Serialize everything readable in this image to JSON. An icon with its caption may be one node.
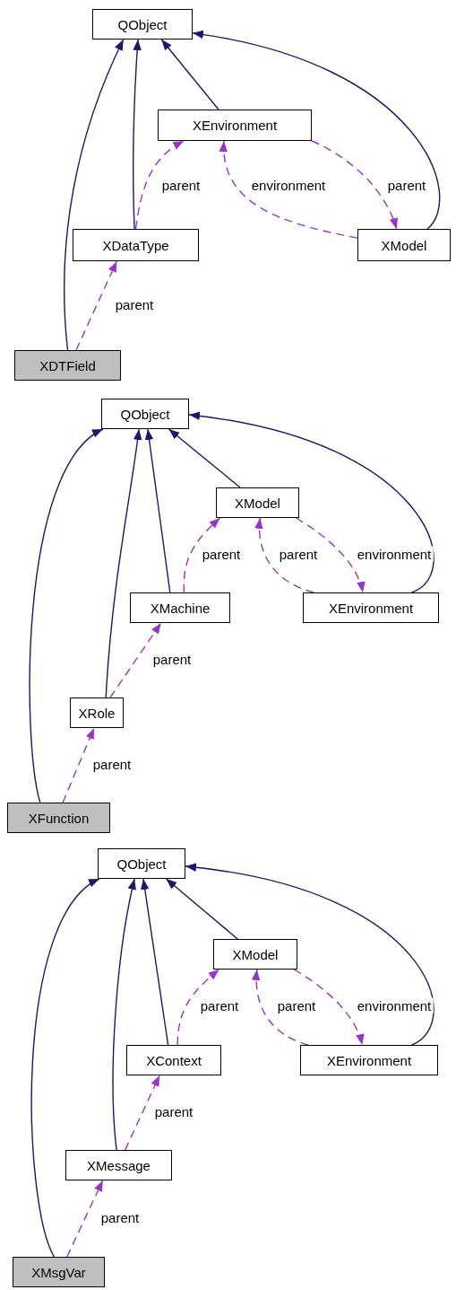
{
  "diagram": {
    "nodes": [
      {
        "text": [
          "QObject"
        ]
      },
      {
        "text": [
          "XEnvironment"
        ]
      },
      {
        "text": [
          "XDataType"
        ]
      },
      {
        "text": [
          "XModel"
        ]
      },
      {
        "text": [
          "XDTField"
        ]
      },
      {
        "text": [
          "QObject"
        ]
      },
      {
        "text": [
          "XModel"
        ]
      },
      {
        "text": [
          "XMachine"
        ]
      },
      {
        "text": [
          "XEnvironment"
        ]
      },
      {
        "text": [
          "XRole"
        ]
      },
      {
        "text": [
          "XFunction"
        ]
      },
      {
        "text": [
          "QObject"
        ]
      },
      {
        "text": [
          "XModel"
        ]
      },
      {
        "text": [
          "XContext"
        ]
      },
      {
        "text": [
          "XEnvironment"
        ]
      },
      {
        "text": [
          "XMessage"
        ]
      },
      {
        "text": [
          "XMsgVar"
        ]
      }
    ],
    "edges": [
      {
        "from": 1,
        "to": 0,
        "arrow": "to"
      },
      {
        "from": 2,
        "to": 0,
        "arrow": "to"
      },
      {
        "from": 4,
        "to": 0,
        "arrow": "to"
      },
      {
        "from": 3,
        "to": 0,
        "arrow": "to"
      },
      {
        "from": 2,
        "to": 1,
        "arrow": "to",
        "label": "parent",
        "style": "dashed",
        "color": "#9a32cd"
      },
      {
        "from": 3,
        "to": 1,
        "arrow": "to",
        "label": "environment",
        "style": "dashed",
        "color": "#9a32cd"
      },
      {
        "from": 1,
        "to": 3,
        "arrow": "to",
        "label": "parent",
        "style": "dashed",
        "color": "#9a32cd"
      },
      {
        "from": 4,
        "to": 2,
        "arrow": "to",
        "label": "parent",
        "style": "dashed",
        "color": "#9a32cd"
      },
      {
        "from": 6,
        "to": 5,
        "arrow": "to"
      },
      {
        "from": 7,
        "to": 5,
        "arrow": "to"
      },
      {
        "from": 9,
        "to": 5,
        "arrow": "to"
      },
      {
        "from": 10,
        "to": 5,
        "arrow": "to"
      },
      {
        "from": 8,
        "to": 5,
        "arrow": "to"
      },
      {
        "from": 7,
        "to": 6,
        "arrow": "to",
        "label": "parent",
        "style": "dashed",
        "color": "#9a32cd"
      },
      {
        "from": 8,
        "to": 6,
        "arrow": "to",
        "label": "parent",
        "style": "dashed",
        "color": "#9a32cd"
      },
      {
        "from": 6,
        "to": 8,
        "arrow": "to",
        "label": "environment",
        "style": "dashed",
        "color": "#9a32cd"
      },
      {
        "from": 9,
        "to": 7,
        "arrow": "to",
        "label": "parent",
        "style": "dashed",
        "color": "#9a32cd"
      },
      {
        "from": 10,
        "to": 9,
        "arrow": "to",
        "label": "parent",
        "style": "dashed",
        "color": "#9a32cd"
      },
      {
        "from": 12,
        "to": 11,
        "arrow": "to"
      },
      {
        "from": 13,
        "to": 11,
        "arrow": "to"
      },
      {
        "from": 15,
        "to": 11,
        "arrow": "to"
      },
      {
        "from": 16,
        "to": 11,
        "arrow": "to"
      },
      {
        "from": 14,
        "to": 11,
        "arrow": "to"
      },
      {
        "from": 13,
        "to": 12,
        "arrow": "to",
        "label": "parent",
        "style": "dashed",
        "color": "#9a32cd"
      },
      {
        "from": 14,
        "to": 12,
        "arrow": "to",
        "label": "parent",
        "style": "dashed",
        "color": "#9a32cd"
      },
      {
        "from": 12,
        "to": 14,
        "arrow": "to",
        "label": "environment",
        "style": "dashed",
        "color": "#9a32cd"
      },
      {
        "from": 15,
        "to": 13,
        "arrow": "to",
        "label": "parent",
        "style": "dashed",
        "color": "#9a32cd"
      },
      {
        "from": 16,
        "to": 15,
        "arrow": "to",
        "label": "parent",
        "style": "dashed",
        "color": "#9a32cd"
      }
    ]
  }
}
